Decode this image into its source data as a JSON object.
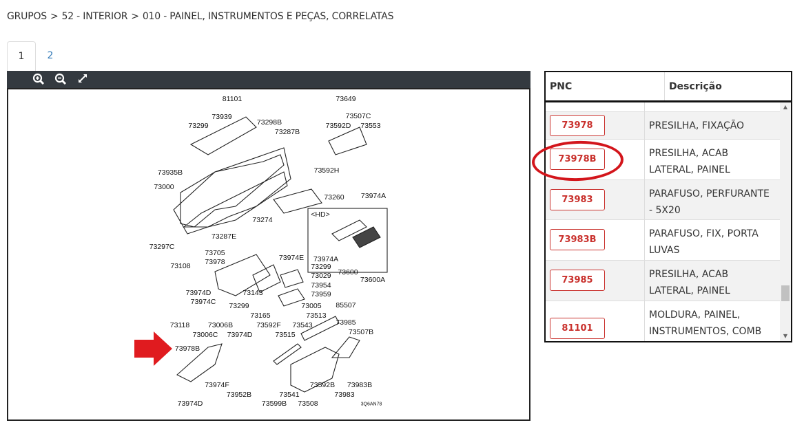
{
  "breadcrumb": [
    "GRUPOS",
    ">",
    "52 - INTERIOR",
    ">",
    "010 - PAINEL, INSTRUMENTOS E PEÇAS, CORRELATAS"
  ],
  "tabs": [
    {
      "label": "1",
      "active": true
    },
    {
      "label": "2",
      "active": false
    }
  ],
  "toolbar": {
    "zoom_in": "zoom-in-icon",
    "zoom_out": "zoom-out-icon",
    "fullscreen": "expand-icon"
  },
  "diagram": {
    "labels": [
      "81101",
      "73939",
      "73299",
      "73298B",
      "73287B",
      "73935B",
      "73000",
      "73649",
      "73507C",
      "73592D",
      "73553",
      "73592H",
      "73260",
      "73974A",
      "<HD>",
      "73274",
      "73287E",
      "73297C",
      "73705",
      "73978",
      "73108",
      "73974E",
      "73299",
      "73029",
      "73974A",
      "73600",
      "73600A",
      "73954",
      "73959",
      "73143",
      "73974D",
      "73974C",
      "73299",
      "73005",
      "73165",
      "73513",
      "85507",
      "73118",
      "73006B",
      "73592F",
      "73543",
      "73985",
      "73006C",
      "73974D",
      "73515",
      "73507B",
      "73978B",
      "73974F",
      "73952B",
      "73592B",
      "73983B",
      "73541",
      "73983",
      "73974D",
      "73599B",
      "73508",
      "3Q6AN78"
    ]
  },
  "table": {
    "headers": {
      "pnc": "PNC",
      "desc": "Descrição"
    },
    "rows": [
      {
        "pnc": "73978",
        "desc": "PRESILHA, FIXAÇÃO"
      },
      {
        "pnc": "73978B",
        "desc": "PRESILHA, ACAB LATERAL, PAINEL",
        "highlighted": true
      },
      {
        "pnc": "73983",
        "desc": "PARAFUSO, PERFURANTE - 5X20"
      },
      {
        "pnc": "73983B",
        "desc": "PARAFUSO, FIX, PORTA LUVAS"
      },
      {
        "pnc": "73985",
        "desc": "PRESILHA, ACAB LATERAL, PAINEL"
      },
      {
        "pnc": "81101",
        "desc": "MOLDURA, PAINEL, INSTRUMENTOS, COMB (DESATIVADO)"
      }
    ]
  },
  "colors": {
    "accent": "#c9302c",
    "annotation": "#d3151b",
    "toolbar": "#343a40",
    "link": "#337ab7"
  }
}
